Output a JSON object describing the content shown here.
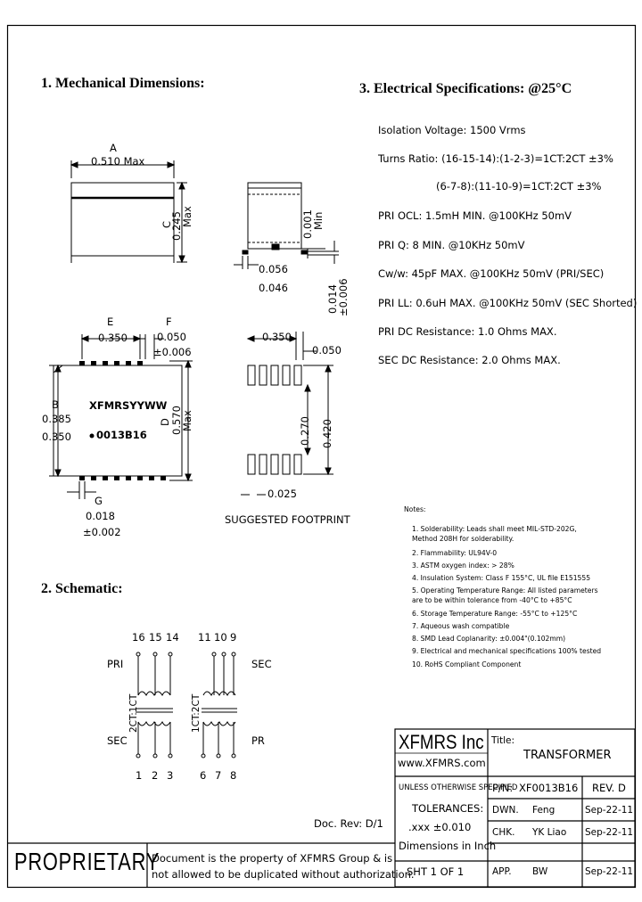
{
  "section1": {
    "title": "1. Mechanical Dimensions:",
    "dim_a": "A",
    "dim_a_val": "0.510 Max",
    "dim_c": "C",
    "dim_c_val1": "0.245",
    "dim_c_val2": "Max",
    "dim_001": "0.001",
    "dim_min": "Min",
    "dim_056": "0.056",
    "dim_046": "0.046",
    "dim_014a": "0.014",
    "dim_014b": "±0.006",
    "dim_e": "E",
    "dim_e_val": "0.350",
    "dim_f": "F",
    "dim_f_val1": "0.050",
    "dim_f_val2": "±0.006",
    "dim_b": "B",
    "dim_b_val1": "0.385",
    "dim_b_val2": "0.350",
    "marking1": "XFMRSYYWW",
    "marking2": "0013B16",
    "dim_d": "D",
    "dim_d_val1": "0.570",
    "dim_d_val2": "Max",
    "dim_g": "G",
    "dim_g_val1": "0.018",
    "dim_g_val2": "±0.002",
    "fp_350": "0.350",
    "fp_050": "0.050",
    "fp_270": "0.270",
    "fp_420": "0.420",
    "fp_025": "0.025",
    "footprint_label": "SUGGESTED FOOTPRINT"
  },
  "section2": {
    "title": "2. Schematic:",
    "pri_pins_top": [
      "16",
      "15",
      "14"
    ],
    "sec_pins_top": [
      "11",
      "10",
      "9"
    ],
    "pri_pins_bottom": [
      "1",
      "2",
      "3"
    ],
    "sec_pins_bottom": [
      "6",
      "7",
      "8"
    ],
    "label_pri": "PRI",
    "label_sec": "SEC",
    "label_sec_left": "SEC",
    "label_pri_right": "PR",
    "ratio_left": "2CT:1CT",
    "ratio_right": "1CT:2CT"
  },
  "section3": {
    "title": "3. Electrical  Specifications: @25°C",
    "lines": [
      "Isolation Voltage: 1500 Vrms",
      "Turns Ratio: (16-15-14):(1-2-3)=1CT:2CT ±3%",
      "(6-7-8):(11-10-9)=1CT:2CT ±3%",
      "PRI OCL: 1.5mH MIN. @100KHz 50mV",
      "PRI Q: 8 MIN. @10KHz 50mV",
      "Cw/w: 45pF MAX. @100KHz 50mV (PRI/SEC)",
      "PRI LL: 0.6uH MAX. @100KHz 50mV (SEC Shorted)",
      "PRI DC Resistance: 1.0 Ohms MAX.",
      "SEC DC Resistance: 2.0 Ohms MAX."
    ]
  },
  "notes": {
    "title": "Notes:",
    "items": [
      "1. Solderability: Leads shall meet MIL-STD-202G,",
      "    Method 208H for solderability.",
      "2. Flammability: UL94V-0",
      "3. ASTM oxygen index: > 28%",
      "4. Insulation System: Class F 155°C, UL file E151555",
      "5. Operating Temperature Range: All listed parameters",
      "    are to be within tolerance from -40°C to +85°C",
      "6. Storage Temperature Range: -55°C to +125°C",
      "7. Aqueous wash compatible",
      "8. SMD Lead Coplanarity: ±0.004\"(0.102mm)",
      "9. Electrical and mechanical specifications 100% tested",
      "10. RoHS Compliant Component"
    ]
  },
  "title_block": {
    "company": "XFMRS Inc",
    "website": "www.XFMRS.com",
    "title_label": "Title:",
    "title_value": "TRANSFORMER",
    "tolerance1": "UNLESS OTHERWISE SPECIFIED",
    "tolerance2": "TOLERANCES:",
    "tolerance3": ".xxx ±0.010",
    "tolerance4": "Dimensions in Inch",
    "pn_label": "P/N:",
    "pn_value": "XF0013B16",
    "rev": "REV. D",
    "dwn_label": "DWN.",
    "dwn_name": "Feng",
    "dwn_date": "Sep-22-11",
    "chk_label": "CHK.",
    "chk_name": "YK Liao",
    "chk_date": "Sep-22-11",
    "app_label": "APP.",
    "app_name": "BW",
    "app_date": "Sep-22-11",
    "sheet": "SHT  1  OF  1",
    "doc_rev": "Doc. Rev: D/1",
    "proprietary": "PROPRIETARY",
    "prop_text1": "Document is the property of XFMRS Group & is",
    "prop_text2": "not allowed to be duplicated without authorization."
  }
}
